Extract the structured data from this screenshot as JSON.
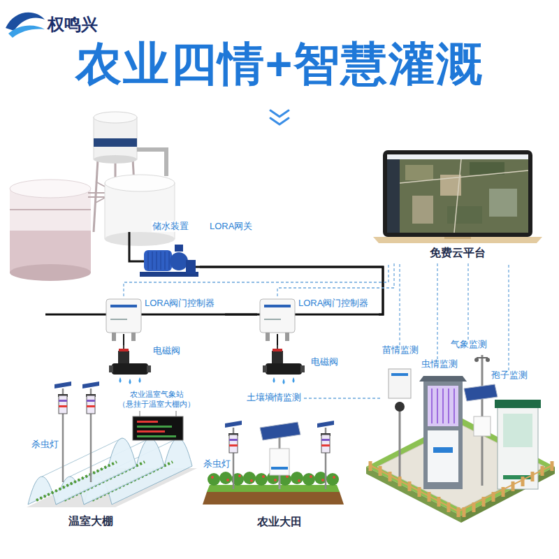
{
  "diagram": {
    "title": "农业四情+智慧灌溉",
    "nodes": [
      {
        "text": [
          "储水装置"
        ]
      },
      {
        "text": [
          "免费云平台"
        ]
      },
      {
        "text": [
          "LORA阀门控制器"
        ]
      },
      {
        "text": [
          "LORA阀门控制器"
        ]
      },
      {
        "text": [
          "电磁阀"
        ]
      },
      {
        "text": [
          "电磁阀"
        ]
      },
      {
        "text": [
          "苗情监测"
        ]
      },
      {
        "text": [
          "气象监测"
        ]
      },
      {
        "text": [
          "虫情监测"
        ]
      },
      {
        "text": [
          "孢子监测"
        ]
      },
      {
        "text": [
          "温室大棚"
        ]
      },
      {
        "text": [
          "农业温室气象站 （悬挂于温室大棚内）"
        ],
        "in": 10
      },
      {
        "text": [
          "杀虫灯"
        ],
        "in": 10
      },
      {
        "text": [
          "农业大田"
        ]
      },
      {
        "text": [
          "土壤墒情监测"
        ],
        "in": 13
      },
      {
        "text": [
          "杀虫灯"
        ],
        "in": 13
      }
    ],
    "edges": [
      {
        "from": 0,
        "to": 3,
        "arrow": "none"
      },
      {
        "from": 3,
        "to": 2,
        "arrow": "none"
      },
      {
        "from": 2,
        "to": 4,
        "arrow": "none"
      },
      {
        "from": 3,
        "to": 5,
        "arrow": "none"
      },
      {
        "from": 2,
        "to": 1,
        "arrow": "none"
      },
      {
        "from": 3,
        "to": 1,
        "arrow": "none"
      },
      {
        "from": 6,
        "to": 1,
        "arrow": "none"
      },
      {
        "from": 7,
        "to": 1,
        "arrow": "none"
      },
      {
        "from": 8,
        "to": 1,
        "arrow": "none"
      },
      {
        "from": 9,
        "to": 1,
        "arrow": "none"
      },
      {
        "from": 14,
        "to": 6,
        "arrow": "none"
      }
    ],
    "labels": [
      "权鸣兴",
      "LORA网关"
    ]
  }
}
